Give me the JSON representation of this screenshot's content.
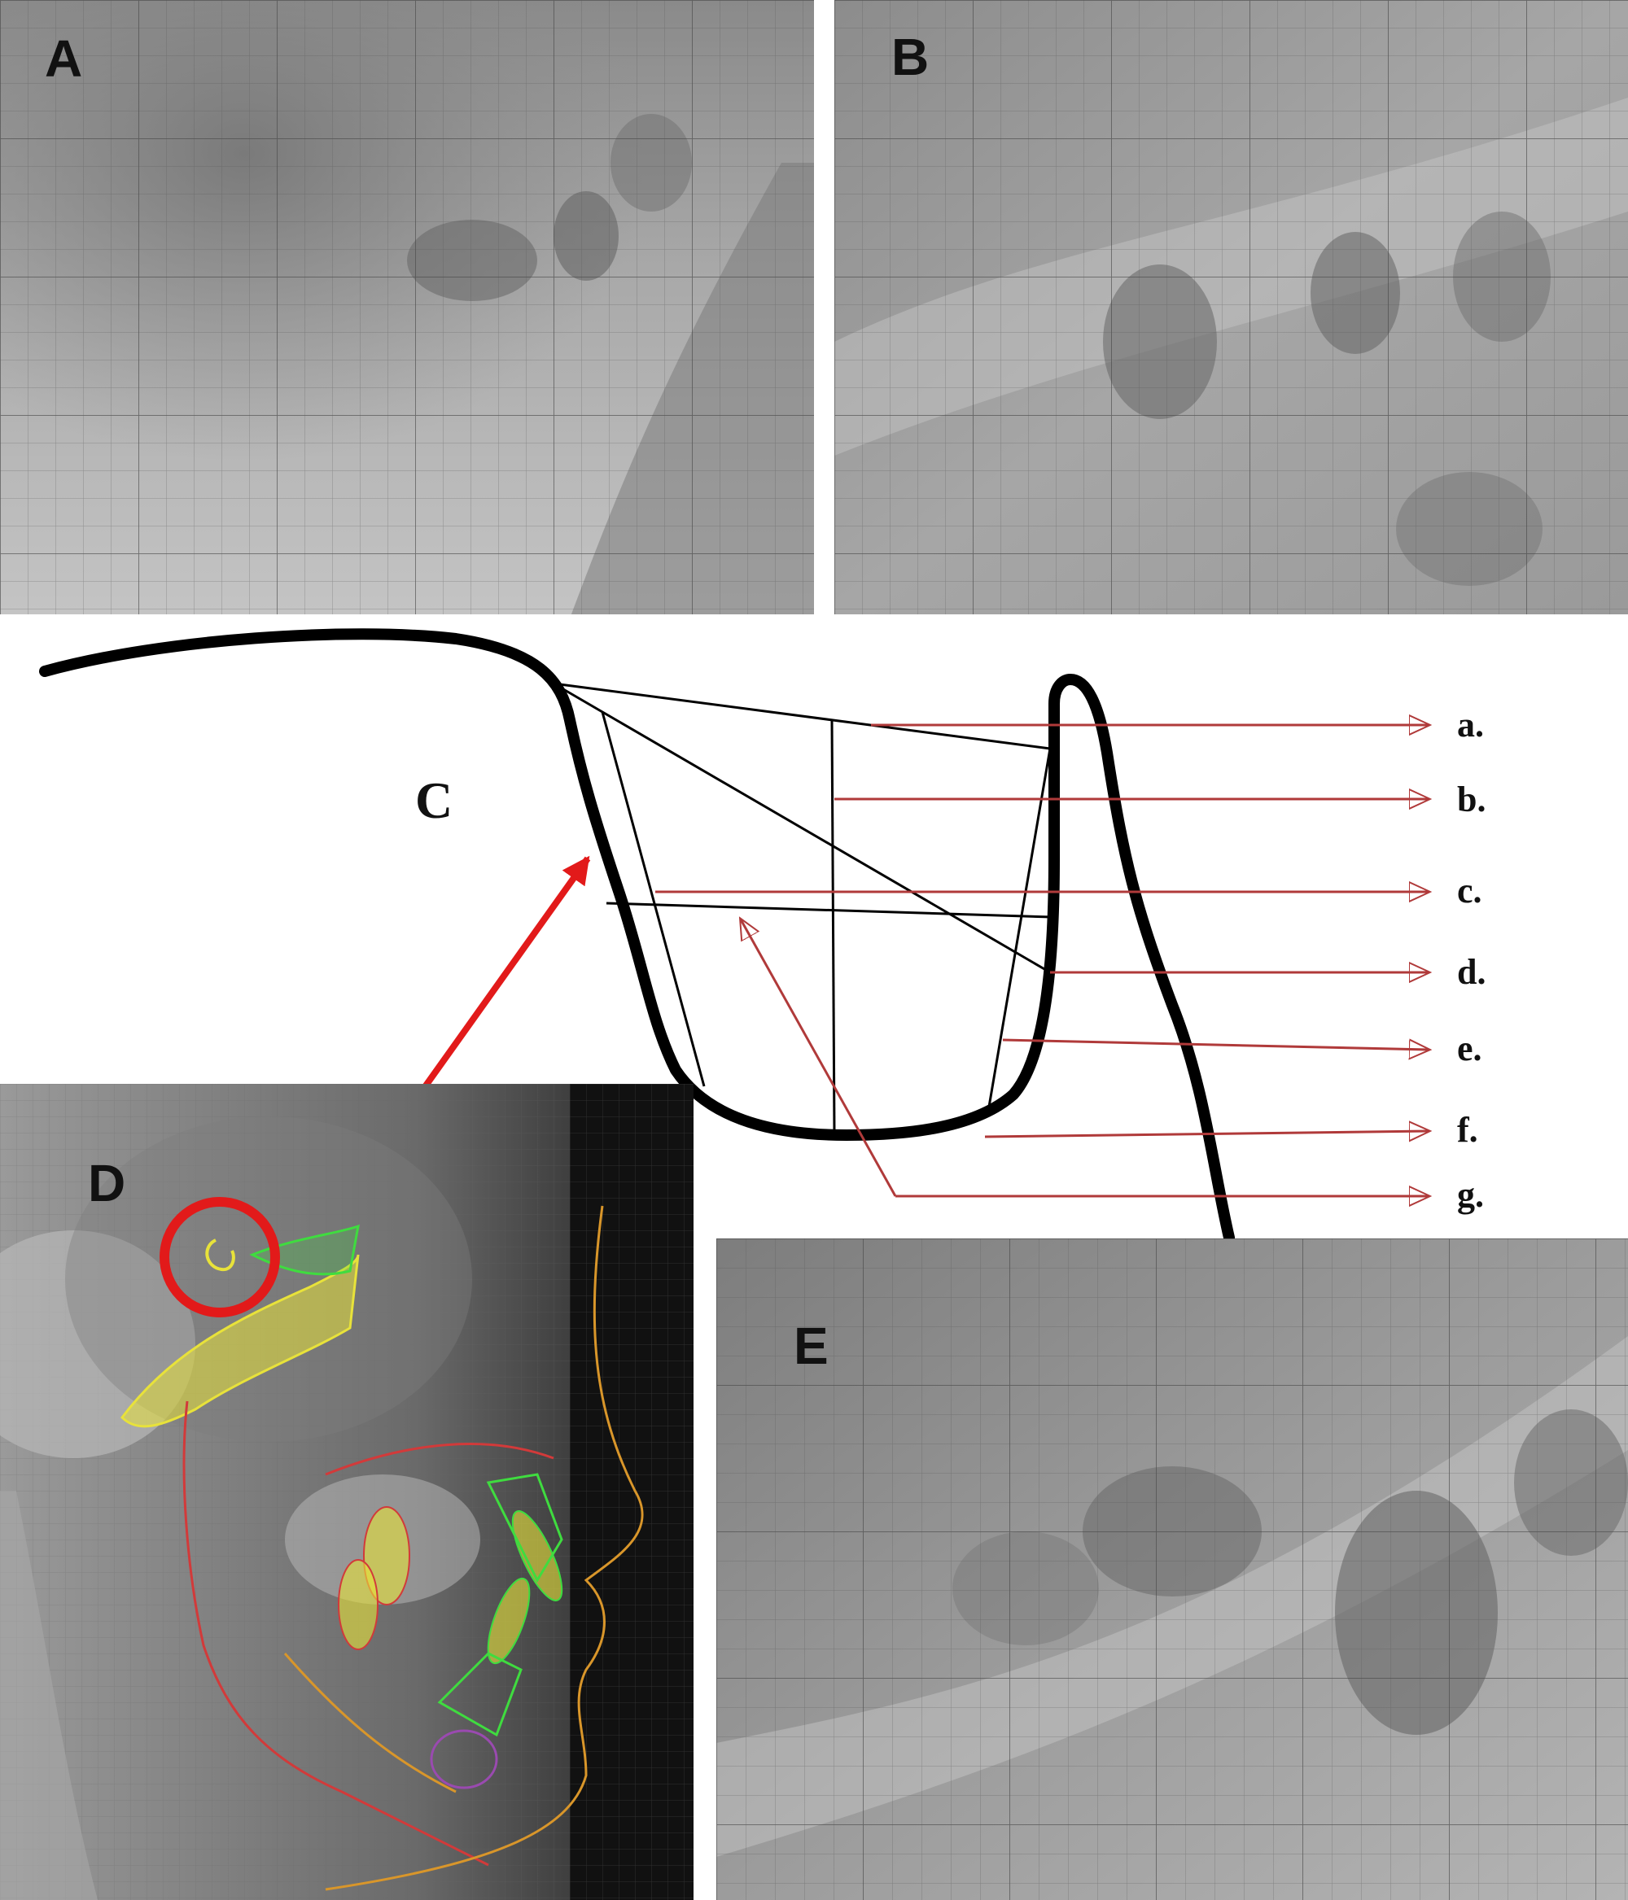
{
  "panels": {
    "A": {
      "label": "A"
    },
    "B": {
      "label": "B"
    },
    "C": {
      "label": "C"
    },
    "D": {
      "label": "D"
    },
    "E": {
      "label": "E"
    }
  },
  "diagram_labels": [
    "a.",
    "b.",
    "c.",
    "d.",
    "e.",
    "f.",
    "g."
  ],
  "colors": {
    "arrow_red": "#b03a3a",
    "highlight_red": "#e21a1a",
    "outline": "#000000",
    "grid_line": "#555555",
    "tracing_yellow": "#e8e23a",
    "tracing_green": "#3fdc3f",
    "tracing_orange": "#d9962a",
    "tracing_red": "#d23a3a",
    "tracing_purple": "#9a4ab0"
  }
}
